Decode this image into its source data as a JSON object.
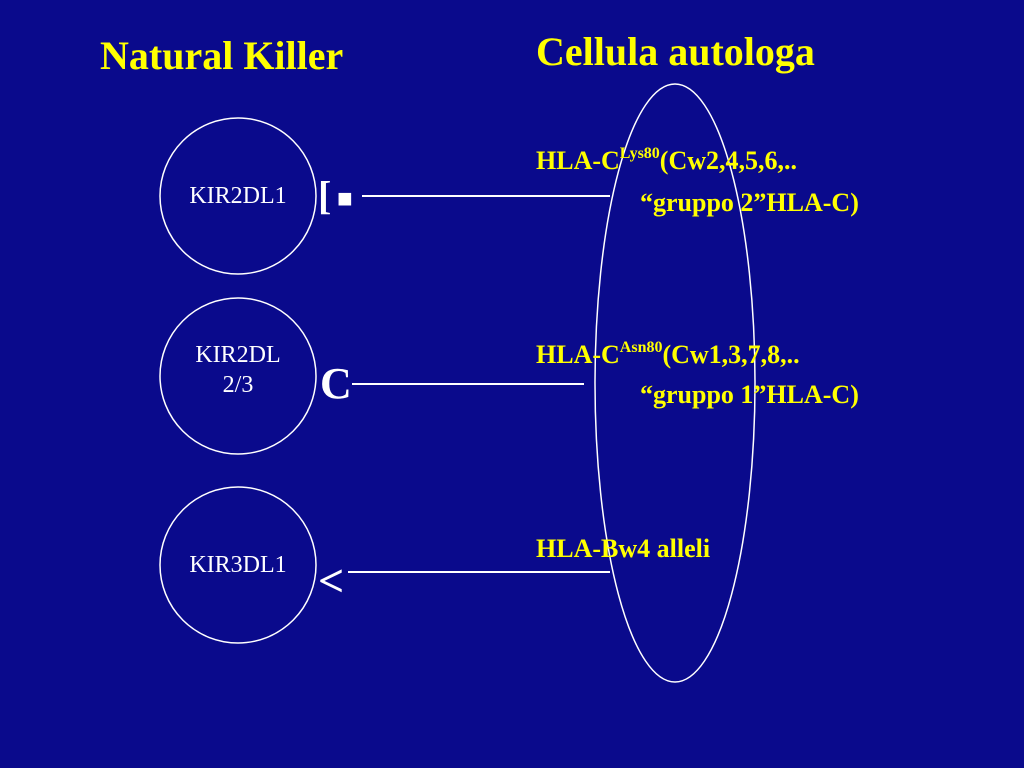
{
  "titles": {
    "left": "Natural Killer",
    "right": "Cellula autologa"
  },
  "receptors": [
    {
      "line1": "KIR2DL1",
      "line2": ""
    },
    {
      "line1": "KIR2DL",
      "line2": "2/3"
    },
    {
      "line1": "KIR3DL1",
      "line2": ""
    }
  ],
  "symbols": {
    "s1_bracket": "[",
    "s1_square": "■",
    "s2": "C",
    "s3": "<"
  },
  "ligands": [
    {
      "prefix": "HLA-C",
      "sup": "Lys80",
      "suffix": "(Cw2,4,5,6,..",
      "line2": "“gruppo 2”HLA-C)"
    },
    {
      "prefix": "HLA-C",
      "sup": "Asn80",
      "suffix": "(Cw1,3,7,8,..",
      "line2": "“gruppo 1”HLA-C)"
    },
    {
      "prefix": "HLA-Bw4 alleli",
      "sup": "",
      "suffix": "",
      "line2": ""
    }
  ],
  "colors": {
    "background": "#0a0a8c",
    "title": "#ffff00",
    "line": "#ffffff"
  }
}
